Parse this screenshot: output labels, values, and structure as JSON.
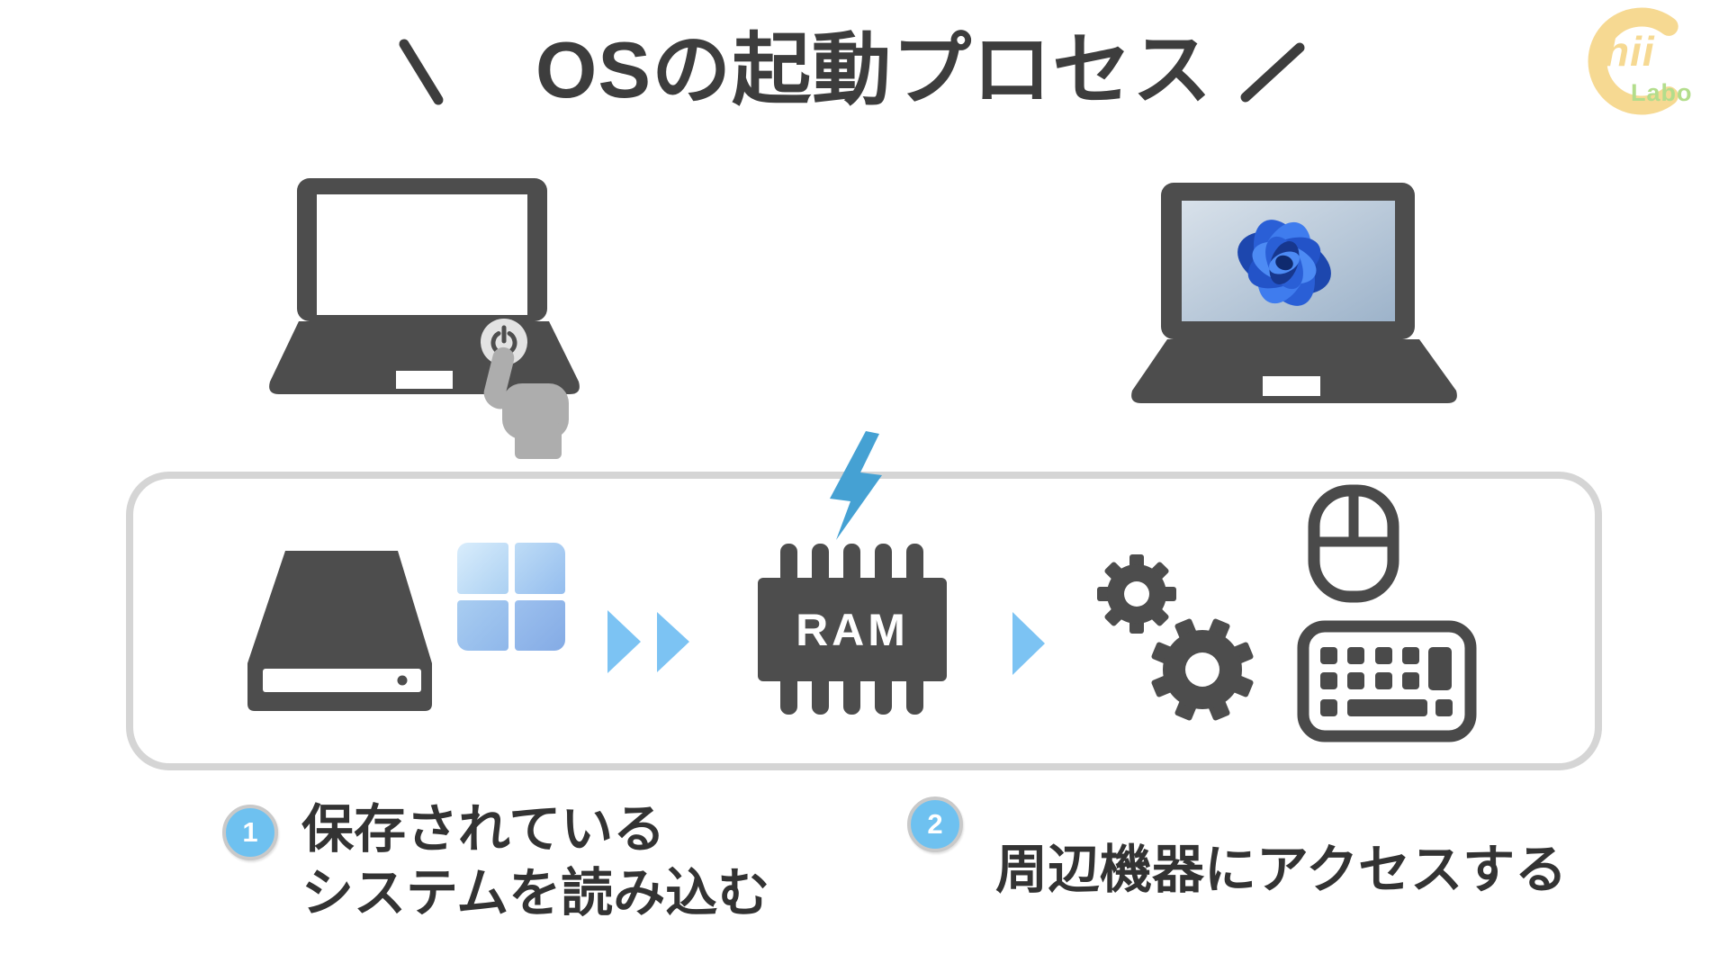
{
  "title": {
    "text": "OSの起動プロセス"
  },
  "logo": {
    "hii": "hii",
    "labo": "Labo",
    "colors": {
      "c_yellow": "#F6D992",
      "labo_green": "#B3DD8C"
    }
  },
  "process_box": {
    "ram_label": "RAM"
  },
  "steps": [
    {
      "number": "1",
      "line1": "保存されている",
      "line2": "システムを読み込む"
    },
    {
      "number": "2",
      "line1": "周辺機器にアクセスする"
    }
  ],
  "icons": {
    "left_laptop": "laptop-power-off-icon",
    "power_button": "power-button-icon",
    "hand": "pointing-hand-icon",
    "right_laptop": "laptop-windows11-booted-icon",
    "wallpaper": "windows11-bloom-wallpaper",
    "storage": "hard-drive-icon",
    "windows": "windows-logo-icon",
    "arrows": "arrow-right-icon",
    "lightning": "lightning-bolt-icon",
    "ram": "ram-chip-icon",
    "gears": "gears-icon",
    "mouse": "mouse-icon",
    "keyboard": "keyboard-icon",
    "title_decorations": [
      "backslash-decoration",
      "slash-decoration"
    ]
  },
  "colors": {
    "text_dark": "#3D3D3D",
    "icon_gray": "#4D4D4D",
    "hand_gray": "#ADADAD",
    "arrow_blue": "#7CC3F3",
    "lightning_blue": "#45A1D3",
    "badge_blue": "#6EC1F0",
    "badge_ring": "#C9C9C9",
    "box_border": "#D5D5D5"
  }
}
